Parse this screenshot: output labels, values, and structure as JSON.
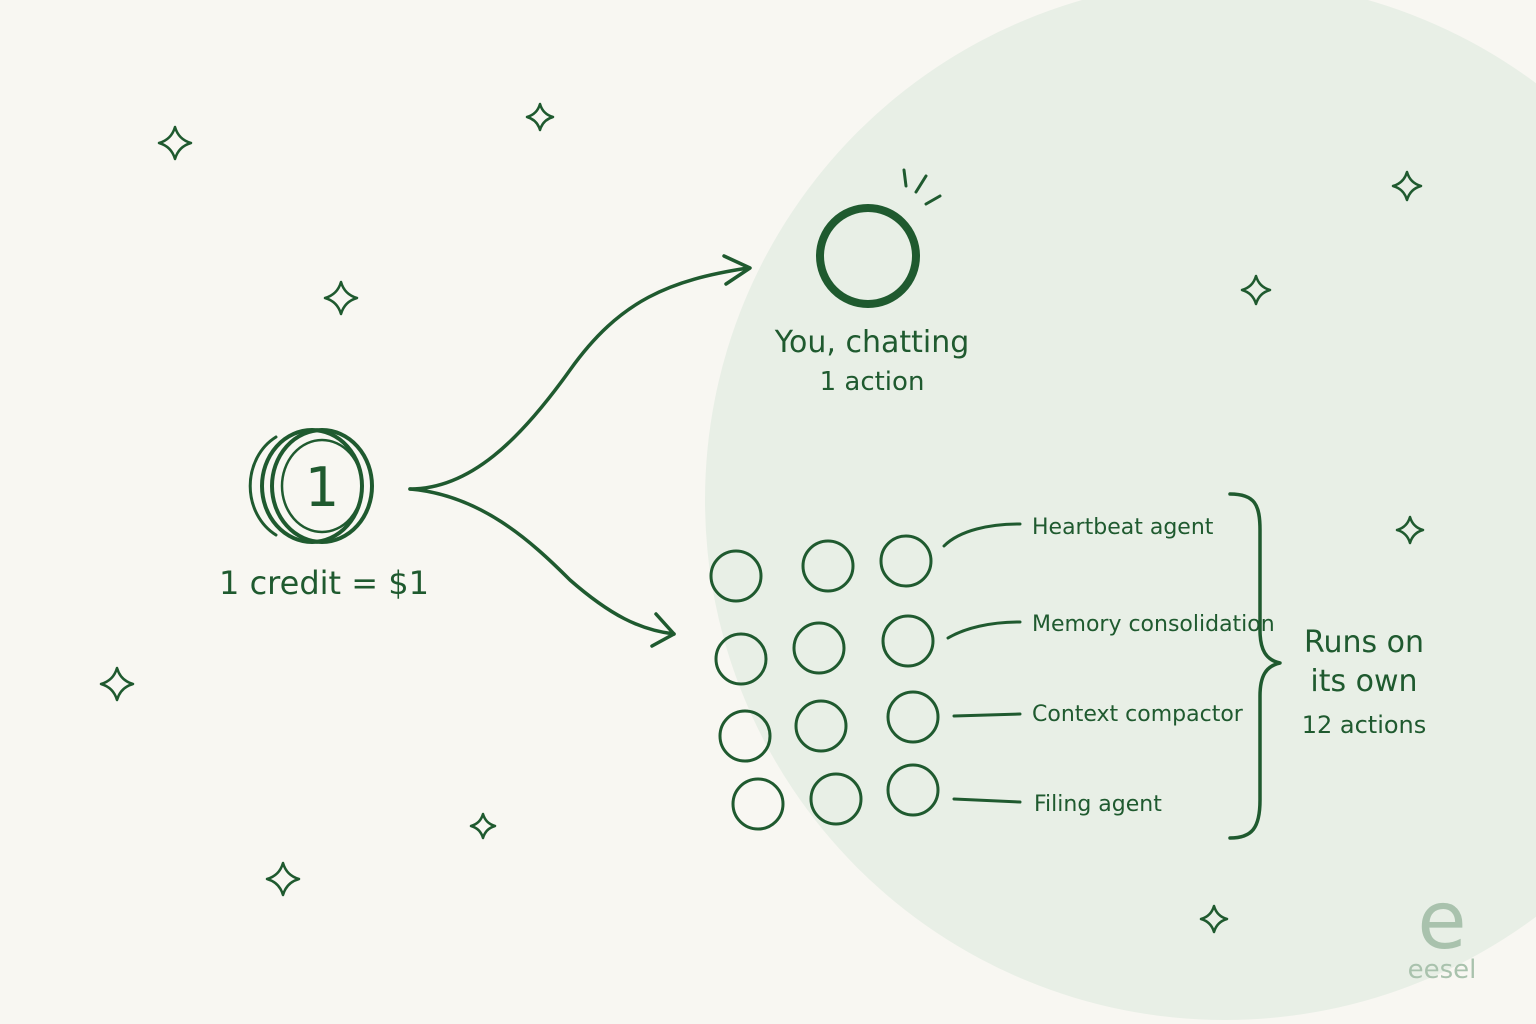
{
  "colors": {
    "background": "#f8f7f2",
    "panel": "#e8efe6",
    "ink": "#1f5a2f",
    "logo": "#a9c2ad"
  },
  "coin": {
    "face_value": "1",
    "caption": "1 credit = $1"
  },
  "chat": {
    "title": "You, chatting",
    "count": "1 action"
  },
  "agents": {
    "items": [
      "Heartbeat agent",
      "Memory consolidation",
      "Context compactor",
      "Filing agent"
    ],
    "circles_per_row": 3
  },
  "summary": {
    "line1": "Runs on",
    "line2": "its own",
    "count": "12 actions"
  },
  "logo": {
    "mark": "e",
    "name": "eesel"
  },
  "icons": [
    "sparkle-icon",
    "coin-icon",
    "arrow-icon",
    "circle-icon",
    "brace-icon"
  ]
}
